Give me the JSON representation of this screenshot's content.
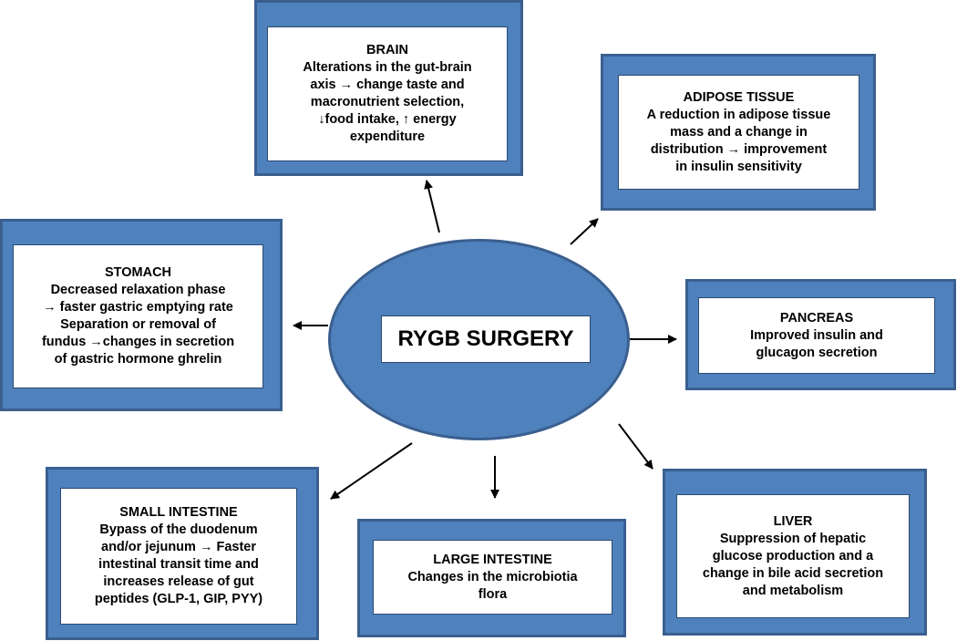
{
  "center": {
    "label": "RYGB SURGERY"
  },
  "colors": {
    "box_fill": "#4f81bd",
    "box_border": "#3a5f8f",
    "text": "#000000"
  },
  "organs": {
    "brain": {
      "title": "BRAIN",
      "text": "Alterations in the gut-brain\naxis →  change taste and\nmacronutrient selection,\n↓food intake, ↑ energy\nexpenditure"
    },
    "adipose": {
      "title": "ADIPOSE TISSUE",
      "text": "A reduction in adipose tissue\nmass and a change in\ndistribution → improvement\nin insulin sensitivity"
    },
    "stomach": {
      "title": "STOMACH",
      "text": "Decreased relaxation phase\n→ faster gastric emptying rate\nSeparation or removal of\nfundus →changes in secretion\nof gastric hormone ghrelin"
    },
    "pancreas": {
      "title": "PANCREAS",
      "text": "Improved insulin and\nglucagon secretion"
    },
    "small_intestine": {
      "title": "SMALL INTESTINE",
      "text": "Bypass of the duodenum\nand/or jejunum → Faster\nintestinal transit time and\nincreases release of gut\npeptides (GLP-1, GIP, PYY)"
    },
    "large_intestine": {
      "title": "LARGE INTESTINE",
      "text": "Changes in the microbiotia\nflora"
    },
    "liver": {
      "title": "LIVER",
      "text": "Suppression of hepatic\nglucose production and a\nchange in bile acid secretion\nand metabolism"
    }
  }
}
